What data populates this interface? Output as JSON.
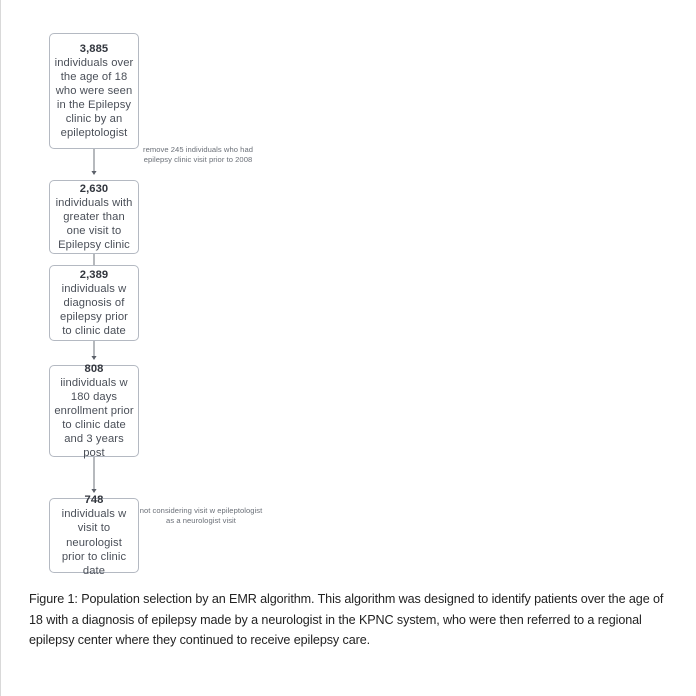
{
  "figure": {
    "title_prefix": "Figure 1:",
    "caption": "Figure 1:  Population selection by an EMR algorithm. This algorithm was designed to identify patients over the age of 18  with a  diagnosis of epilepsy made by a neurologist in  the KPNC system, who were then referred to a regional epilepsy center where they continued to receive epilepsy care."
  },
  "flowchart": {
    "type": "flowchart",
    "orientation": "vertical",
    "box_border_color": "#b4b9c2",
    "text_color": "#41464f",
    "annotation_color": "#6b7078",
    "nodes": [
      {
        "id": "box-1",
        "count": "3,885",
        "description": "individuals over the age of 18 who were seen in the Epilepsy clinic by an epileptologist"
      },
      {
        "id": "box-2",
        "count": "2,630",
        "description": "individuals with greater than one visit to Epilepsy clinic"
      },
      {
        "id": "box-3",
        "count": "2,389",
        "description": "individuals w diagnosis of epilepsy prior to clinic date"
      },
      {
        "id": "box-4",
        "count": "808",
        "description": "iindividuals w 180 days enrollment prior to clinic date and 3 years post"
      },
      {
        "id": "box-5",
        "count": "748",
        "description": "individuals w visit to neurologist prior to clinic date"
      }
    ],
    "annotations": [
      {
        "id": "annotation-1",
        "text": "remove 245 individuals who had epilepsy clinic visit prior to 2008"
      },
      {
        "id": "annotation-2",
        "text": "not considering visit w epileptologist  as a neurologist visit"
      }
    ],
    "edges": [
      {
        "from": "box-1",
        "to": "box-2",
        "arrowhead": true
      },
      {
        "from": "box-2",
        "to": "box-3",
        "arrowhead": false
      },
      {
        "from": "box-3",
        "to": "box-4",
        "arrowhead": true
      },
      {
        "from": "box-4",
        "to": "box-5",
        "arrowhead": true
      }
    ]
  }
}
